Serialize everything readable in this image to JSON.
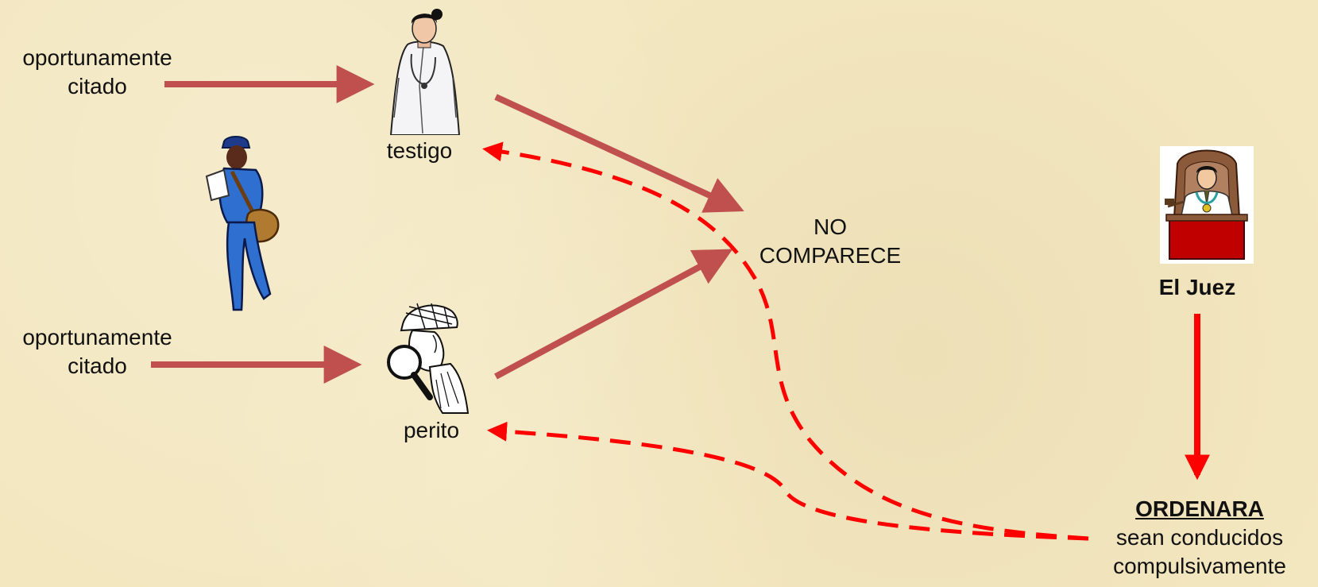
{
  "left_labels": {
    "testigo_source": [
      "oportunamente",
      "citado"
    ],
    "perito_source": [
      "oportunamente",
      "citado"
    ]
  },
  "persons": {
    "testigo": "testigo",
    "perito": "perito"
  },
  "center": {
    "line1": "NO",
    "line2": "COMPARECE"
  },
  "judge": {
    "title": "El Juez"
  },
  "order": {
    "title": "ORDENARA",
    "line1": "sean conducidos",
    "line2": "compulsivamente"
  },
  "colors": {
    "background": "#f3e7c0",
    "solid_arrow": "#c0504d",
    "dashed_arrow": "#ff0000",
    "judge_arrow": "#ff0000"
  },
  "icons": [
    "doctor-icon",
    "mail-carrier-icon",
    "detective-icon",
    "judge-icon"
  ]
}
